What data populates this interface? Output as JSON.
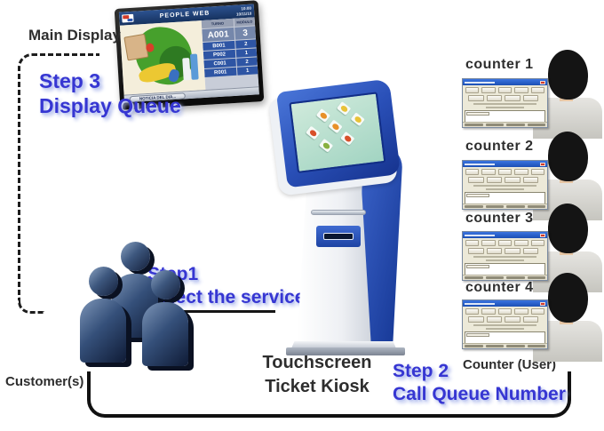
{
  "diagram": {
    "labels": {
      "main_display": "Main Display",
      "customers": "Customer(s)",
      "kiosk_line1": "Touchscreen",
      "kiosk_line2": "Ticket Kiosk",
      "counter_user": "Counter (User)"
    },
    "steps": {
      "step1": {
        "line1": "Step1",
        "line2": "Select the service"
      },
      "step2": {
        "line1": "Step 2",
        "line2": "Call Queue Number"
      },
      "step3": {
        "line1": "Step 3",
        "line2": "Display Queue"
      }
    },
    "monitor": {
      "title": "PEOPLE WEB",
      "time": "10:00",
      "date": "10/11/10",
      "ticker": "NOTICIA DEL DIA...",
      "table": {
        "headers": [
          "TURNO",
          "MODULO"
        ],
        "rows": [
          {
            "turno": "A001",
            "modulo": "3"
          },
          {
            "turno": "B001",
            "modulo": "2"
          },
          {
            "turno": "P002",
            "modulo": "1"
          },
          {
            "turno": "C001",
            "modulo": "2"
          },
          {
            "turno": "R001",
            "modulo": "1"
          }
        ]
      }
    },
    "counters": [
      {
        "label": "counter 1"
      },
      {
        "label": "counter 2"
      },
      {
        "label": "counter 3"
      },
      {
        "label": "counter 4"
      }
    ],
    "colors": {
      "step_text_blue": "#3636d2",
      "kiosk_blue": "#2a50b8",
      "queue_row_blue": "#2e55a4",
      "titlebar_blue": "#1c4fb4",
      "close_red": "#d23b2a"
    }
  }
}
